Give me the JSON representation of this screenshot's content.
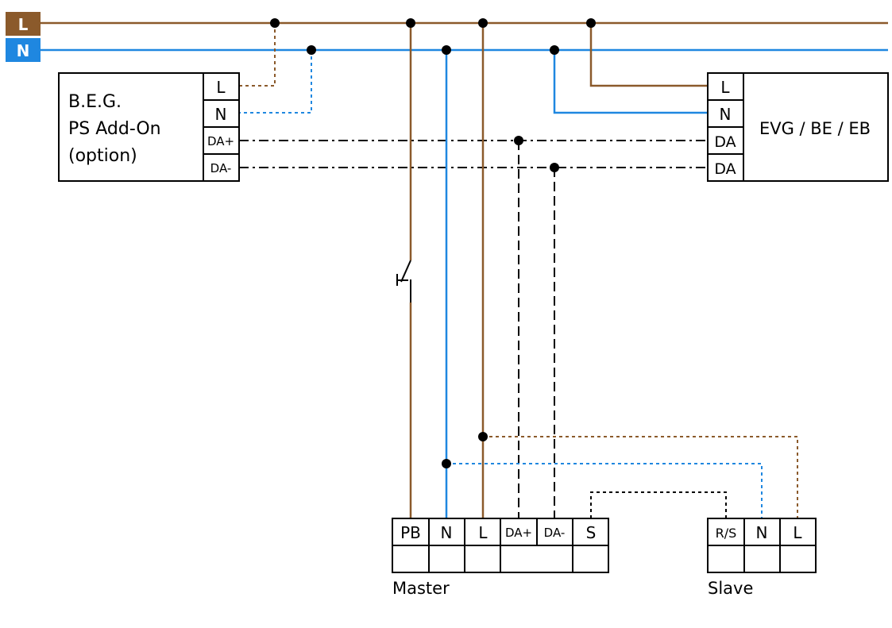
{
  "bus": {
    "l_label": "L",
    "n_label": "N",
    "l_color": "#8b5a2b",
    "n_color": "#1f87e0"
  },
  "ps_addon": {
    "line1": "B.E.G.",
    "line2": "PS Add-On",
    "line3": "(option)",
    "terminals": [
      "L",
      "N",
      "DA+",
      "DA-"
    ]
  },
  "evg": {
    "title": "EVG / BE / EB",
    "terminals": [
      "L",
      "N",
      "DA",
      "DA"
    ]
  },
  "master": {
    "label": "Master",
    "terminals": [
      "PB",
      "N",
      "L",
      "DA+",
      "DA-",
      "S"
    ]
  },
  "slave": {
    "label": "Slave",
    "terminals": [
      "R/S",
      "N",
      "L"
    ]
  }
}
